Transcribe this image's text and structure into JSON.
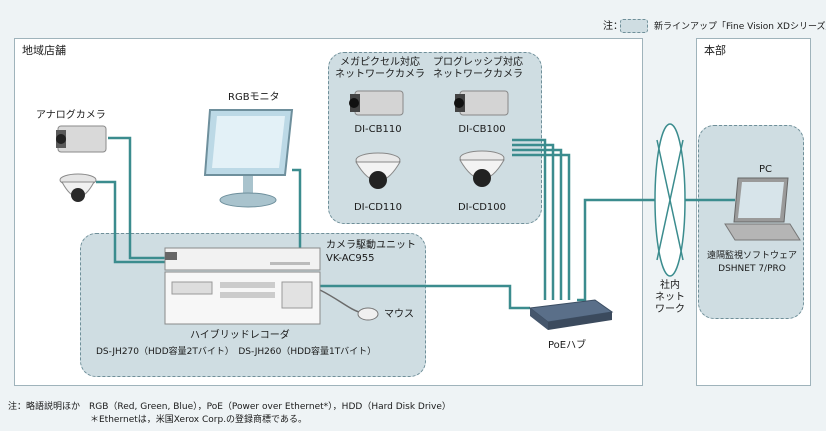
{
  "note": {
    "prefix": "注：",
    "legend_text": "新ラインアップ「Fine Vision XDシリーズ」"
  },
  "store": {
    "title": "地域店舗",
    "analog_camera": "アナログカメラ",
    "rgb_monitor": "RGBモニタ",
    "mega_camera": "メガピクセル対応\nネットワークカメラ",
    "prog_camera": "プログレッシブ対応\nネットワークカメラ",
    "cam1": "DI-CB110",
    "cam2": "DI-CB100",
    "cam3": "DI-CD110",
    "cam4": "DI-CD100",
    "unit_title": "カメラ駆動ユニット",
    "unit_model": "VK-AC955",
    "recorder_title": "ハイブリッドレコーダ",
    "recorder_models": "DS-JH270（HDD容量2Tバイト）　DS-JH260（HDD容量1Tバイト）",
    "mouse": "マウス",
    "poe_hub": "PoEハブ"
  },
  "network": {
    "label": "社内\nネット\nワーク"
  },
  "hq": {
    "title": "本部",
    "pc": "PC",
    "software": "遠隔監視ソフトウェア",
    "software_name": "DSHNET 7/PRO"
  },
  "footnote": {
    "line1": "注：略語説明ほか　RGB（Red, Green, Blue），PoE（Power over Ethernet*），HDD（Hard Disk Drive）",
    "line2": "＊Ethernetは，米国Xerox Corp.の登録商標である。"
  },
  "colors": {
    "teal": "#3b8c8e",
    "region_fill": "#cfdde2",
    "region_border": "#6f8f99",
    "panel_border": "#9fb3bb"
  }
}
